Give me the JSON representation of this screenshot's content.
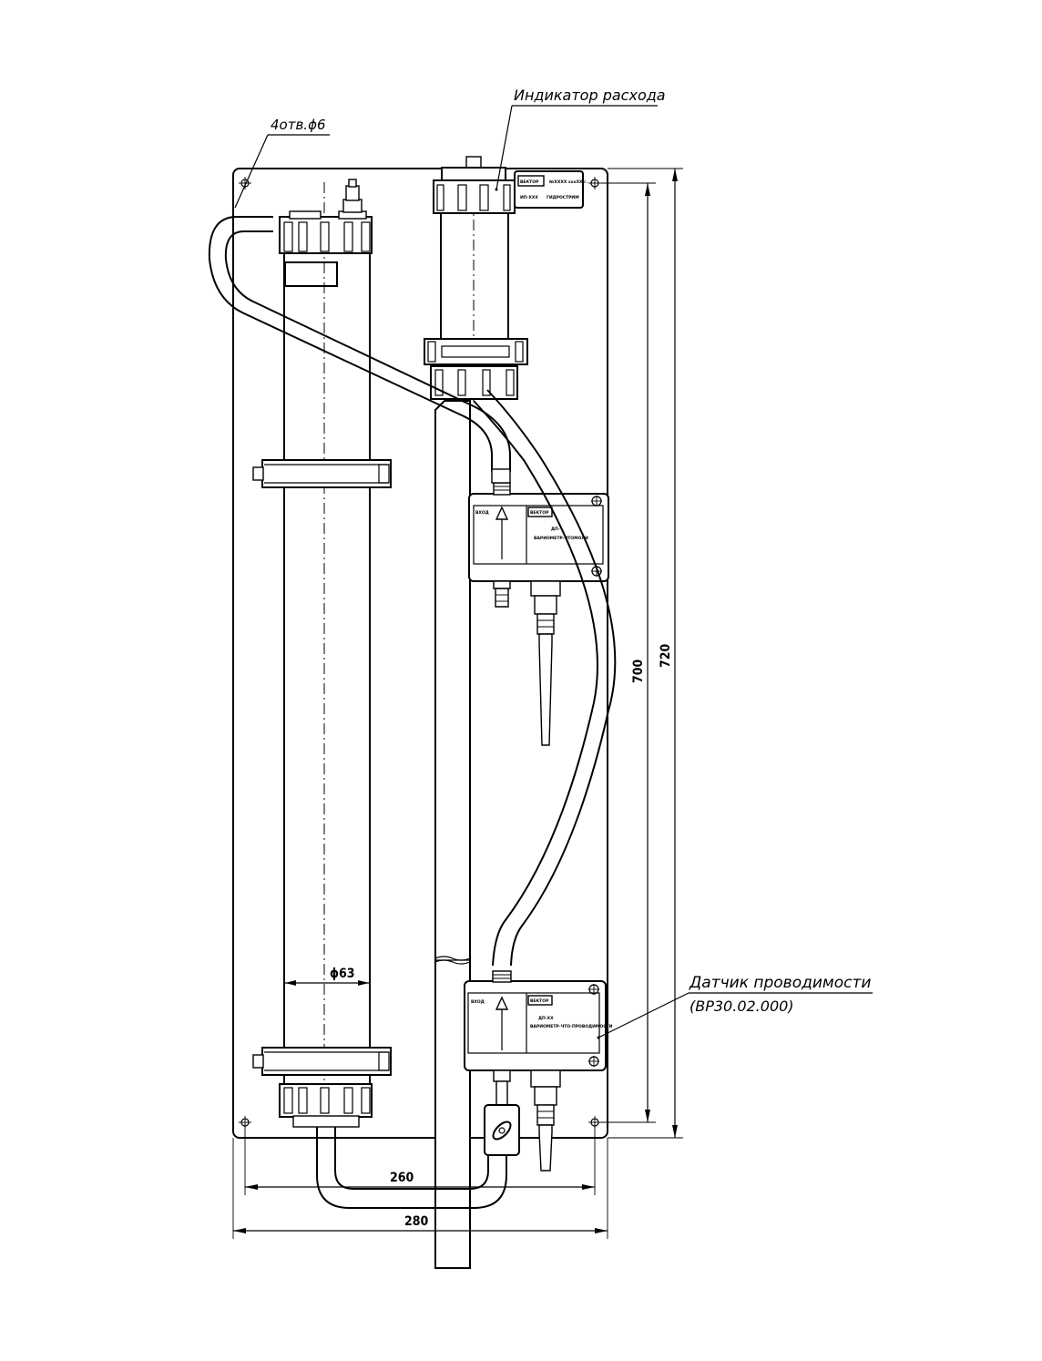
{
  "labels": {
    "holes": "4отв.ϕ6",
    "flow_indicator": "Индикатор расхода",
    "conductivity_sensor": "Датчик проводимости",
    "conductivity_sensor_code": "(ВР30.02.000)",
    "diameter": "ϕ63"
  },
  "dimensions": {
    "inner_width": "260",
    "outer_width": "280",
    "inner_height": "700",
    "outer_height": "720"
  },
  "nameplates": {
    "indicator_brand": "ВЕКТОР",
    "indicator_line1": "№ХХХХ хххХХ г.",
    "indicator_model": "ИП-ХХХ",
    "indicator_name": "ГИДРОСТРИМ",
    "sensor_upper_in": "ВХОД",
    "sensor_upper_brand": "ВЕКТОР",
    "sensor_upper_model": "ДП-",
    "sensor_upper_name": "ВАРИОМЕТР-ЧТОМОЛИ",
    "sensor_lower_in": "ВХОД",
    "sensor_lower_brand": "ВЕКТОР",
    "sensor_lower_model": "ДП-ХХ",
    "sensor_lower_name": "ВАРИОМЕТР-ЧТО-ПРОВОДИМОСТИ"
  }
}
